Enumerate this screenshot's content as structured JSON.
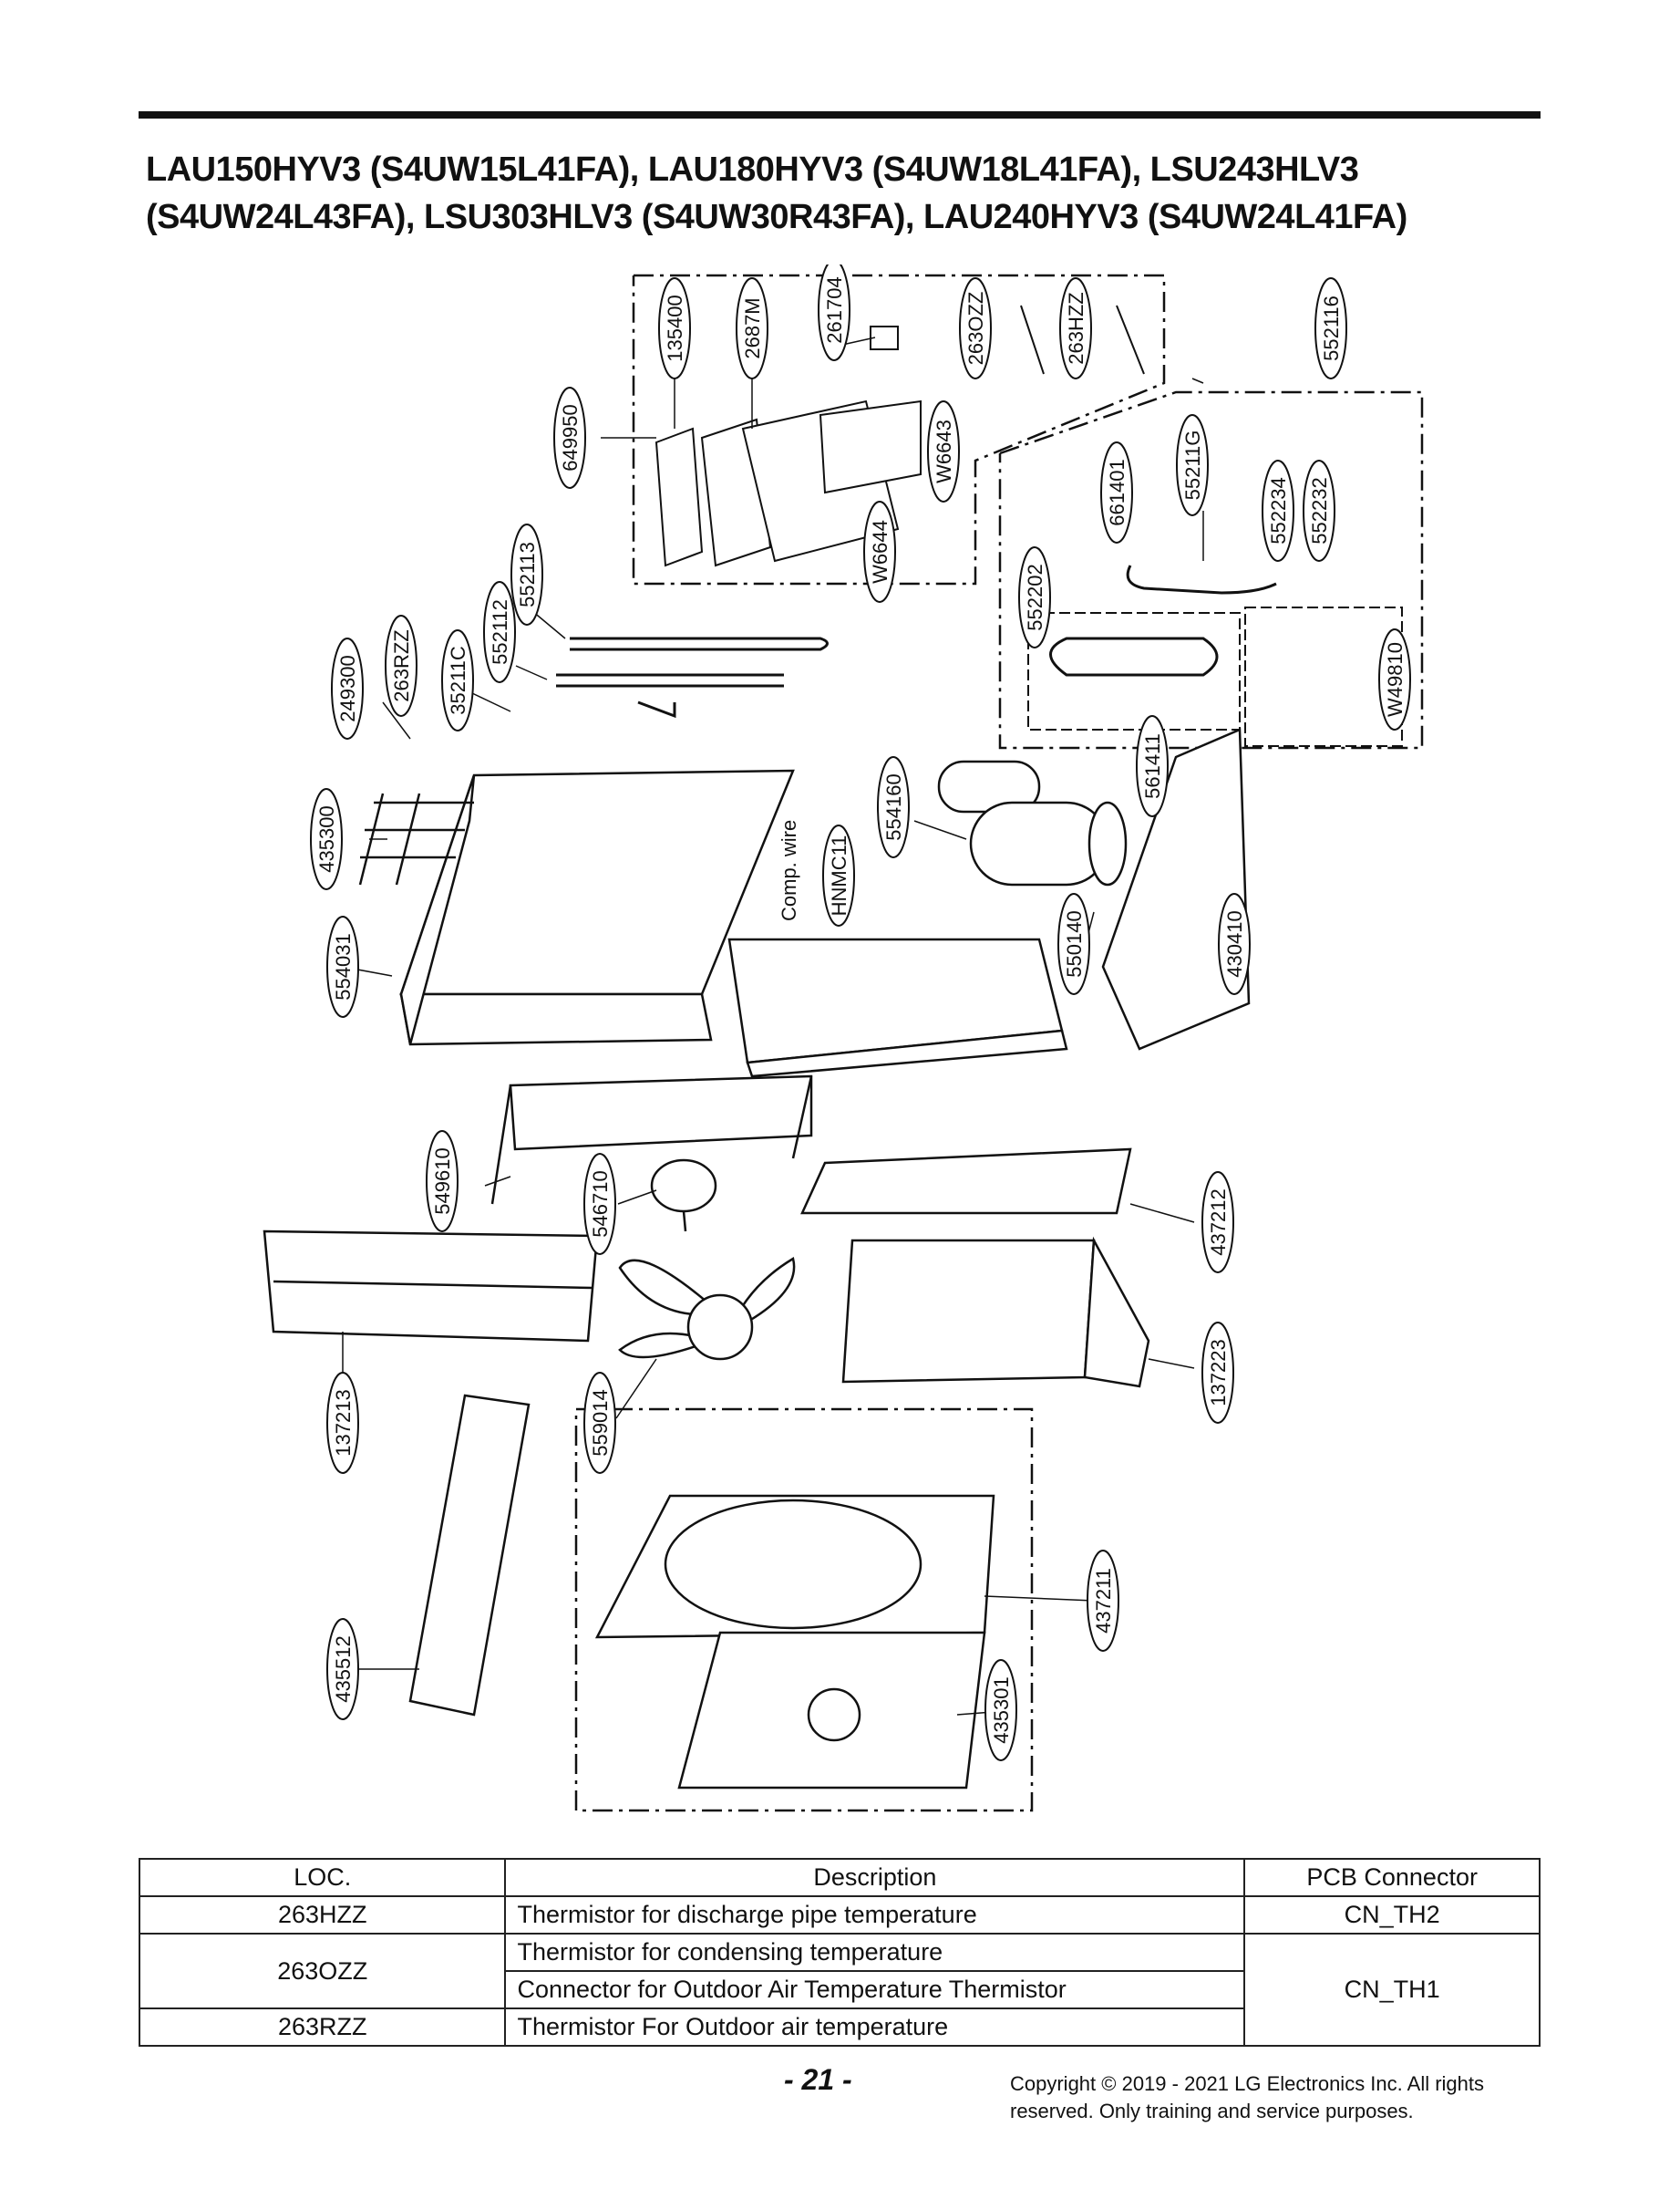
{
  "title_lines": [
    "LAU150HYV3 (S4UW15L41FA), LAU180HYV3 (S4UW18L41FA), LSU243HLV3",
    "(S4UW24L43FA), LSU303HLV3 (S4UW30R43FA), LAU240HYV3 (S4UW24L41FA)"
  ],
  "callouts": {
    "c135400": "135400",
    "c2687M": "2687M",
    "c261704": "261704",
    "c263OZZ": "263OZZ",
    "c263HZZ": "263HZZ",
    "c552116": "552116",
    "c649950": "649950",
    "cW6643": "W6643",
    "cW6644": "W6644",
    "c661401": "661401",
    "c55211G": "55211G",
    "c552234": "552234",
    "c552232": "552232",
    "c552202": "552202",
    "c552113": "552113",
    "c552112": "552112",
    "c263RZZ": "263RZZ",
    "c35211C": "35211C",
    "c249300": "249300",
    "cW49810": "W49810",
    "c561411": "561411",
    "c554160": "554160",
    "c435300": "435300",
    "cHNMC11": "HNMC11",
    "comp_wire": "Comp. wire",
    "c554031": "554031",
    "c550140": "550140",
    "c430410": "430410",
    "c549610": "549610",
    "c546710": "546710",
    "c437212": "437212",
    "c137213": "137213",
    "c559014": "559014",
    "c137223": "137223",
    "c435512": "435512",
    "c437211": "437211",
    "c435301": "435301"
  },
  "table": {
    "headers": [
      "LOC.",
      "Description",
      "PCB Connector"
    ],
    "rows": [
      {
        "loc": "263HZZ",
        "desc": "Thermistor for discharge pipe temperature",
        "pcb": "CN_TH2"
      },
      {
        "loc": "263OZZ",
        "desc": "Thermistor for condensing temperature",
        "pcb": "CN_TH1"
      },
      {
        "loc": "",
        "desc": "Connector for Outdoor Air Temperature Thermistor",
        "pcb": ""
      },
      {
        "loc": "263RZZ",
        "desc": "Thermistor For Outdoor air temperature",
        "pcb": ""
      }
    ]
  },
  "footer": {
    "page_number": "- 21 -",
    "copyright_line1": "Copyright © 2019 - 2021 LG Electronics Inc. All rights",
    "copyright_line2": "reserved. Only training and service purposes."
  }
}
